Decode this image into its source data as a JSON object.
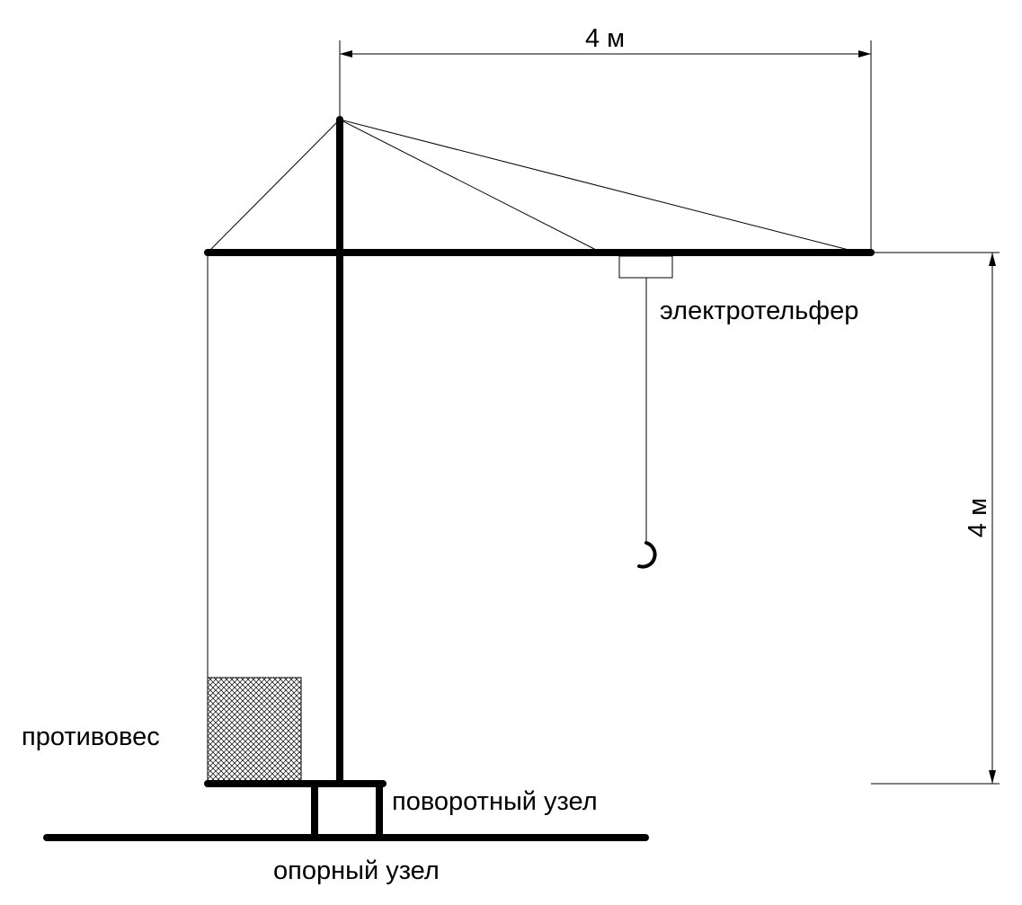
{
  "labels": {
    "top_dimension": "4 м",
    "side_dimension": "4 м",
    "electrohoist": "электротельфер",
    "counterweight": "противовес",
    "rotary_unit": "поворотный узел",
    "support_unit": "опорный узел"
  },
  "colors": {
    "line": "#000000",
    "background": "#ffffff"
  }
}
